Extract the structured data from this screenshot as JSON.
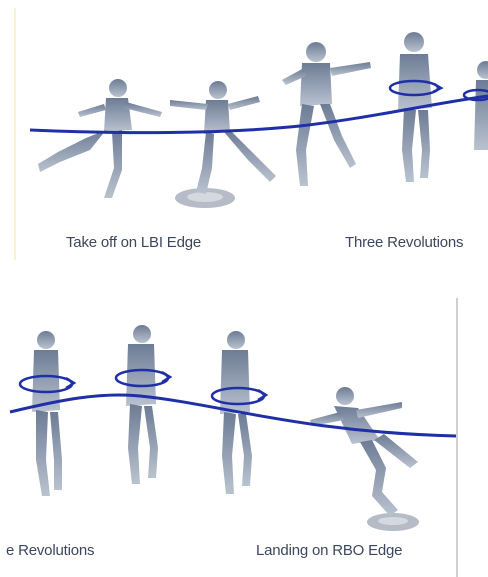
{
  "top_panel": {
    "caption_left": "Take off on LBI Edge",
    "caption_right": "Three Revolutions"
  },
  "bottom_panel": {
    "caption_left": "e Revolutions",
    "caption_right": "Landing on RBO Edge"
  },
  "colors": {
    "path_line": "#1f2fa8",
    "figure_dark": "#6d7c95",
    "figure_light": "#b9c2cf",
    "caption_text": "#3b4760"
  }
}
